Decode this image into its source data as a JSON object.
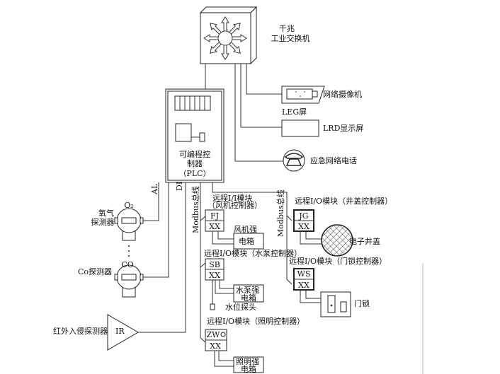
{
  "switch": {
    "line1": "千兆",
    "line2": "工业交换机"
  },
  "plc": {
    "line1": "可编程控",
    "line2": "制器",
    "line3": "（PLC）"
  },
  "camera": {
    "label": "网络摄像机"
  },
  "leg": {
    "label": "LEG屏"
  },
  "lrd": {
    "label": "LRD显示屏"
  },
  "phone": {
    "label": "应急网络电话"
  },
  "signals": {
    "al": "AL",
    "di": "DI",
    "modbus1": "Modbus总线",
    "modbus2": "Modbus总线"
  },
  "o2": {
    "symbol": "O₂",
    "line1": "氧气",
    "line2": "探测器"
  },
  "co": {
    "symbol": "CO",
    "label": "Co探测器"
  },
  "ir": {
    "symbol": "IR",
    "label": "红外入侵探测器"
  },
  "fj": {
    "title1": "远程I/I模块",
    "title2": "（风机控制器）",
    "code": "FJ",
    "sub": "XX",
    "box1": "风机强",
    "box2": "电箱"
  },
  "sb": {
    "title": "远程I/O模块（水泵控制器）",
    "code": "SB",
    "sub": "XX",
    "box1": "水泵强",
    "box2": "电箱",
    "probe": "水位探头"
  },
  "zw": {
    "title": "远程I/O模块（照明控制器）",
    "code": "ZW",
    "sub": "XX",
    "box1": "照明强",
    "box2": "电箱"
  },
  "jg": {
    "title": "远程I/O模块（井盖控制器）",
    "code": "JG",
    "sub": "XX",
    "device": "电子井盖"
  },
  "ws": {
    "title": "远程I/O模块（门锁控制器）",
    "code": "WS",
    "sub": "XX",
    "device": "门锁"
  }
}
